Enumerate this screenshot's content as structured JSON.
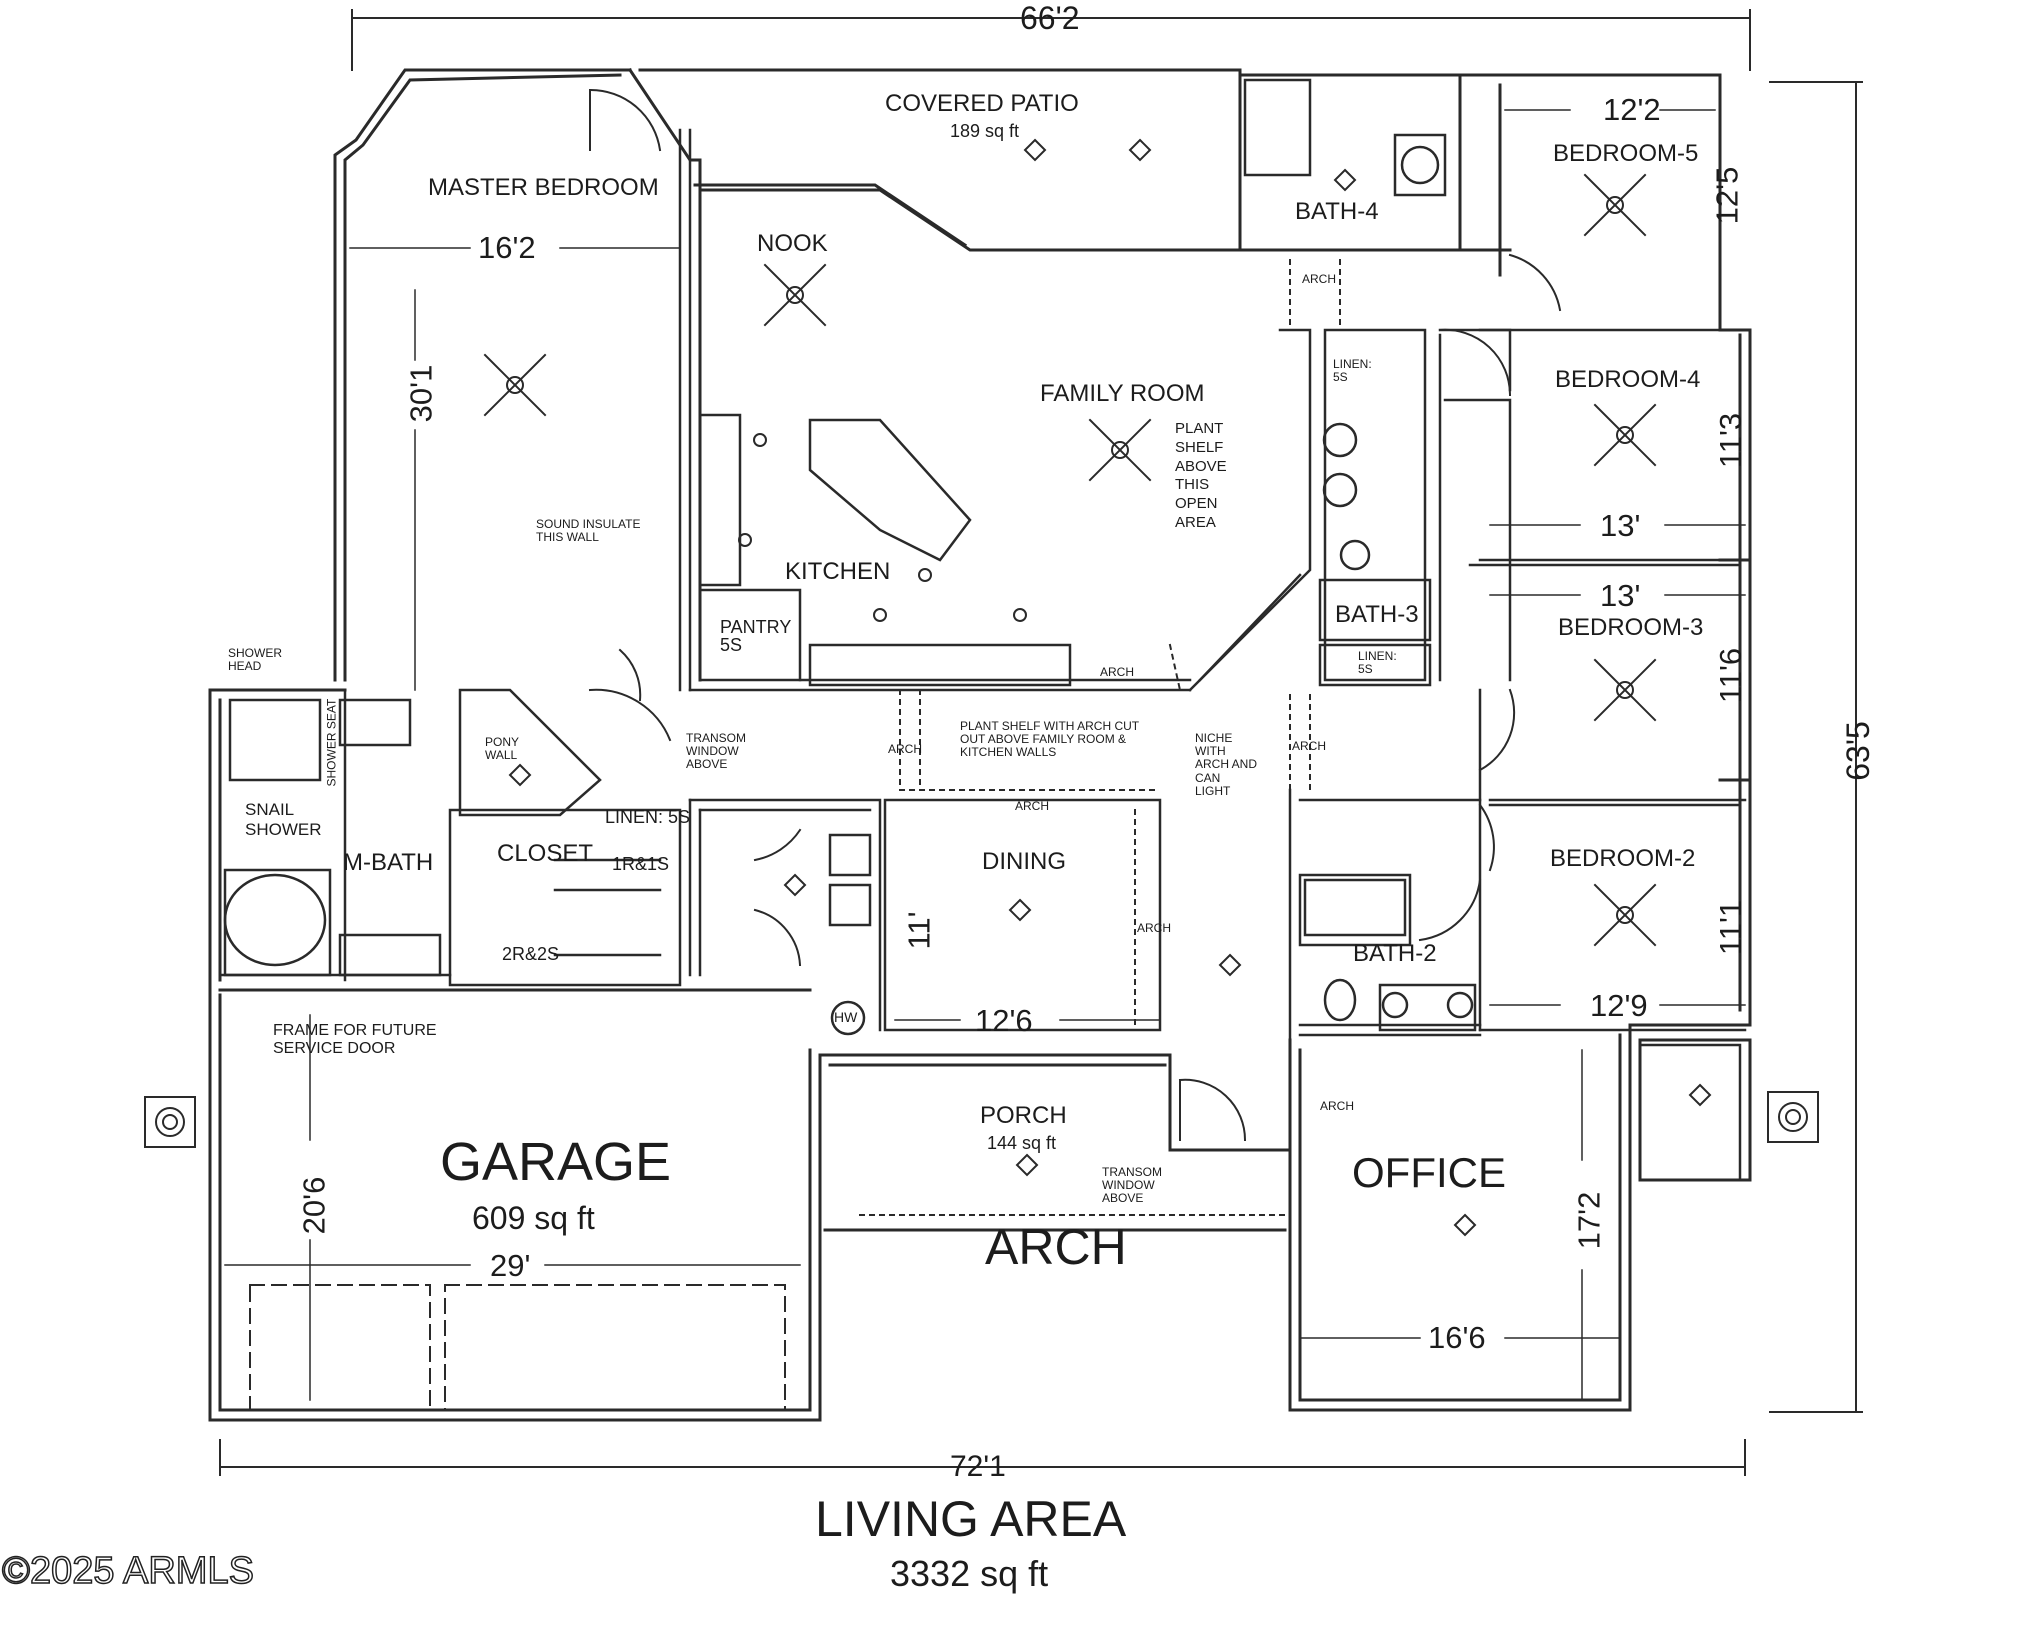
{
  "overall": {
    "top_width": "66'2",
    "bottom_width": "72'1",
    "right_height": "63'5"
  },
  "rooms": {
    "covered_patio": {
      "name": "COVERED PATIO",
      "area": "189 sq ft"
    },
    "master_bedroom": {
      "name": "MASTER BEDROOM",
      "width": "16'2",
      "length": "30'1"
    },
    "nook": {
      "name": "NOOK"
    },
    "family_room": {
      "name": "FAMILY ROOM"
    },
    "kitchen": {
      "name": "KITCHEN"
    },
    "pantry": {
      "name": "PANTRY",
      "code": "5S"
    },
    "bath4": {
      "name": "BATH-4"
    },
    "bedroom5": {
      "name": "BEDROOM-5",
      "width": "12'2",
      "length": "12'5"
    },
    "bedroom4": {
      "name": "BEDROOM-4",
      "width": "13'",
      "length": "11'3"
    },
    "bedroom3": {
      "name": "BEDROOM-3",
      "width": "13'",
      "length": "11'6"
    },
    "bedroom2": {
      "name": "BEDROOM-2",
      "width": "12'9",
      "length": "11'1"
    },
    "bath3": {
      "name": "BATH-3"
    },
    "bath2": {
      "name": "BATH-2"
    },
    "mbath": {
      "name": "M-BATH"
    },
    "closet": {
      "name": "CLOSET",
      "rod1": "1R&1S",
      "rod2": "2R&2S"
    },
    "dining": {
      "name": "DINING",
      "width": "12'6",
      "length": "11'"
    },
    "porch": {
      "name": "PORCH",
      "area": "144 sq ft"
    },
    "garage": {
      "name": "GARAGE",
      "area": "609 sq ft",
      "width": "29'",
      "length": "20'6"
    },
    "office": {
      "name": "OFFICE",
      "width": "16'6",
      "length": "17'2"
    }
  },
  "notes": {
    "plant_shelf": [
      "PLANT",
      "SHELF",
      "ABOVE",
      "THIS",
      "OPEN",
      "AREA"
    ],
    "sound_insulate": [
      "SOUND INSULATE",
      "THIS WALL"
    ],
    "shower_head": [
      "SHOWER",
      "HEAD"
    ],
    "shower_seat": "SHOWER SEAT",
    "snail_shower": [
      "SNAIL",
      "SHOWER"
    ],
    "pony_wall": [
      "PONY",
      "WALL"
    ],
    "linen_5s": "LINEN: 5S",
    "linen_small_1": [
      "LINEN:",
      "5S"
    ],
    "linen_small_2": [
      "LINEN:",
      "5S"
    ],
    "transom_1": [
      "TRANSOM",
      "WINDOW",
      "ABOVE"
    ],
    "transom_2": [
      "TRANSOM",
      "WINDOW",
      "ABOVE"
    ],
    "plant_shelf_arch": [
      "PLANT SHELF WITH ARCH CUT",
      "OUT ABOVE FAMILY ROOM &",
      "KITCHEN WALLS"
    ],
    "niche": [
      "NICHE",
      "WITH",
      "ARCH AND",
      "CAN",
      "LIGHT"
    ],
    "frame_future": [
      "FRAME FOR FUTURE",
      "SERVICE DOOR"
    ],
    "arch": "ARCH",
    "arch_big": "ARCH",
    "hw": "HW"
  },
  "summary": {
    "title": "LIVING AREA",
    "area": "3332 sq ft"
  },
  "watermark": "©2025 ARMLS"
}
